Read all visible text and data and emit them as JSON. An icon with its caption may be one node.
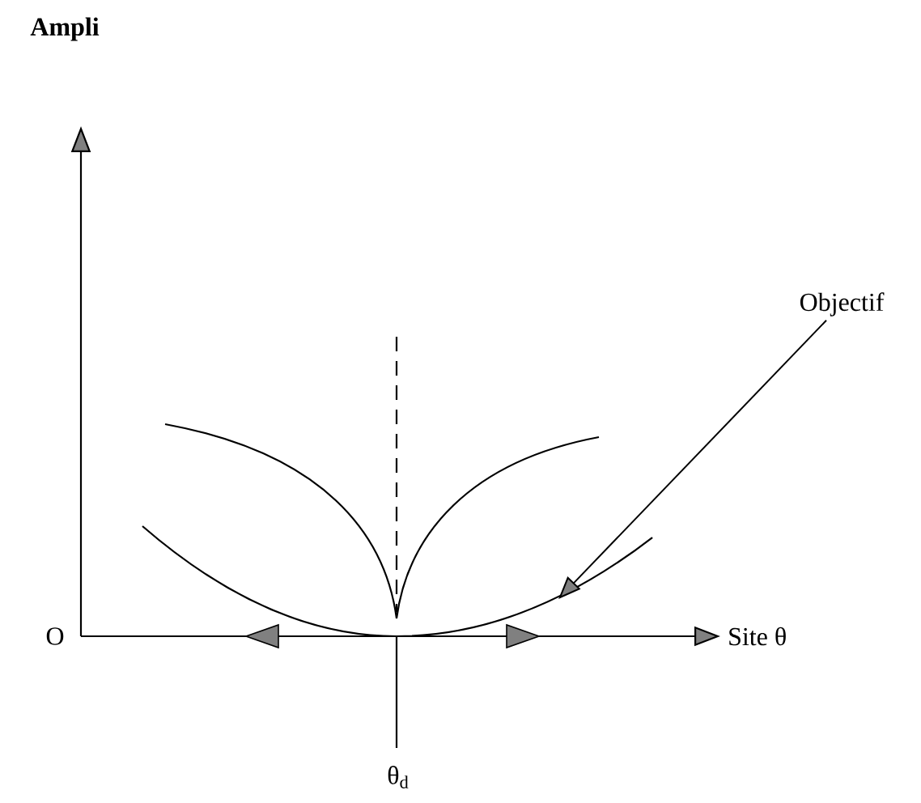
{
  "diagram": {
    "nodes": [
      {
        "text": [
          "Objectif"
        ]
      },
      {
        "text": [],
        "shape": "curve"
      }
    ],
    "edges": [
      {
        "from": 0,
        "to": 1,
        "arrow": "to"
      }
    ],
    "labels": [
      "Ampli",
      "O",
      "Site θ",
      "θ$_{d}$"
    ]
  }
}
